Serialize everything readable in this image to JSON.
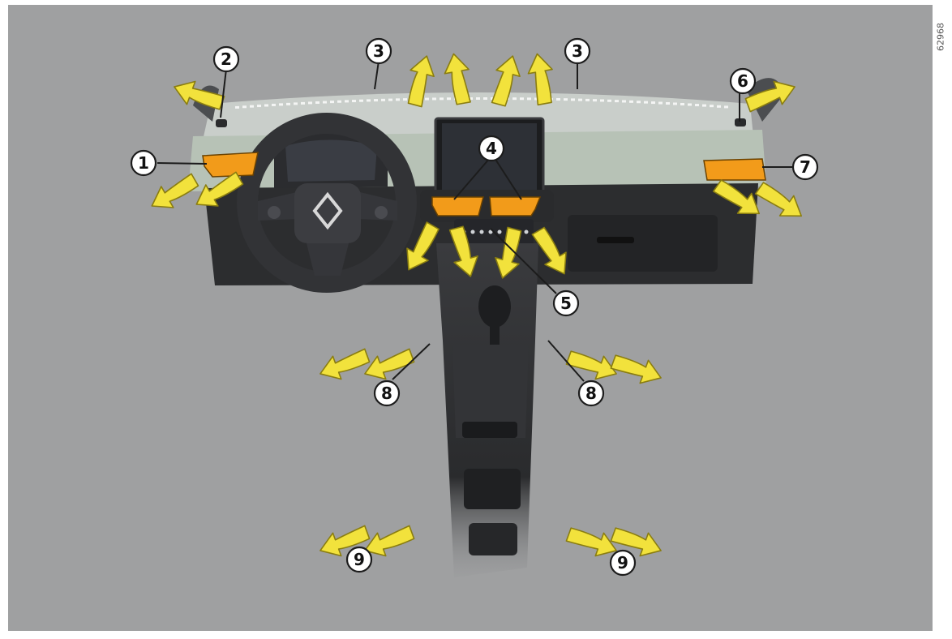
{
  "figure": {
    "reference_code": "62968",
    "colors": {
      "background": "#9fa0a1",
      "arrow_fill": "#f2e23c",
      "arrow_outline": "#8a7d10",
      "vent_orange": "#f29b1a",
      "dashboard": "#c9ceca",
      "trim_green": "#b7c2b6",
      "dark_plastic": "#2c2d2f",
      "callout_circle": "#ffffff"
    },
    "callouts": [
      {
        "id": "1",
        "label": "1"
      },
      {
        "id": "2",
        "label": "2"
      },
      {
        "id": "3a",
        "label": "3"
      },
      {
        "id": "3b",
        "label": "3"
      },
      {
        "id": "4",
        "label": "4"
      },
      {
        "id": "5",
        "label": "5"
      },
      {
        "id": "6",
        "label": "6"
      },
      {
        "id": "7",
        "label": "7"
      },
      {
        "id": "8a",
        "label": "8"
      },
      {
        "id": "8b",
        "label": "8"
      },
      {
        "id": "9a",
        "label": "9"
      },
      {
        "id": "9b",
        "label": "9"
      }
    ]
  }
}
